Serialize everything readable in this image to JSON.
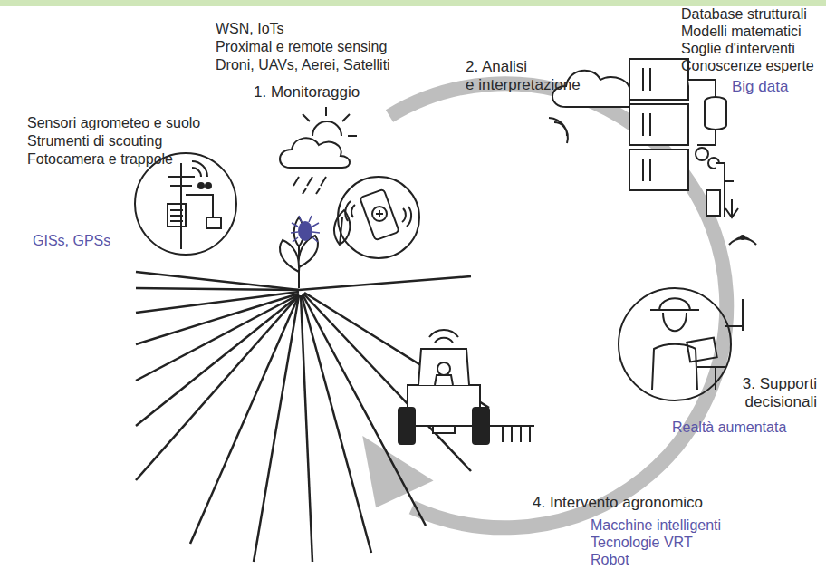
{
  "diagram": {
    "labels": [
      "WSN, IoTs",
      "Proximal e remote sensing",
      "Droni, UAVs, Aerei, Satelliti",
      "1. Monitoraggio",
      "Sensori agrometeo e suolo",
      "Strumenti di scouting",
      "Fotocamera e trappole",
      "GISs, GPSs",
      "2. Analisi",
      "e interpretazione",
      "Database strutturali",
      "Modelli matematici",
      "Soglie d'interventi",
      "Conoscenze esperte",
      "Big data",
      "3. Supporti",
      "decisionali",
      "Realtà aumentata",
      "4. Intervento agronomico",
      "Macchine intelligenti",
      "Tecnologie VRT",
      "Robot"
    ]
  }
}
